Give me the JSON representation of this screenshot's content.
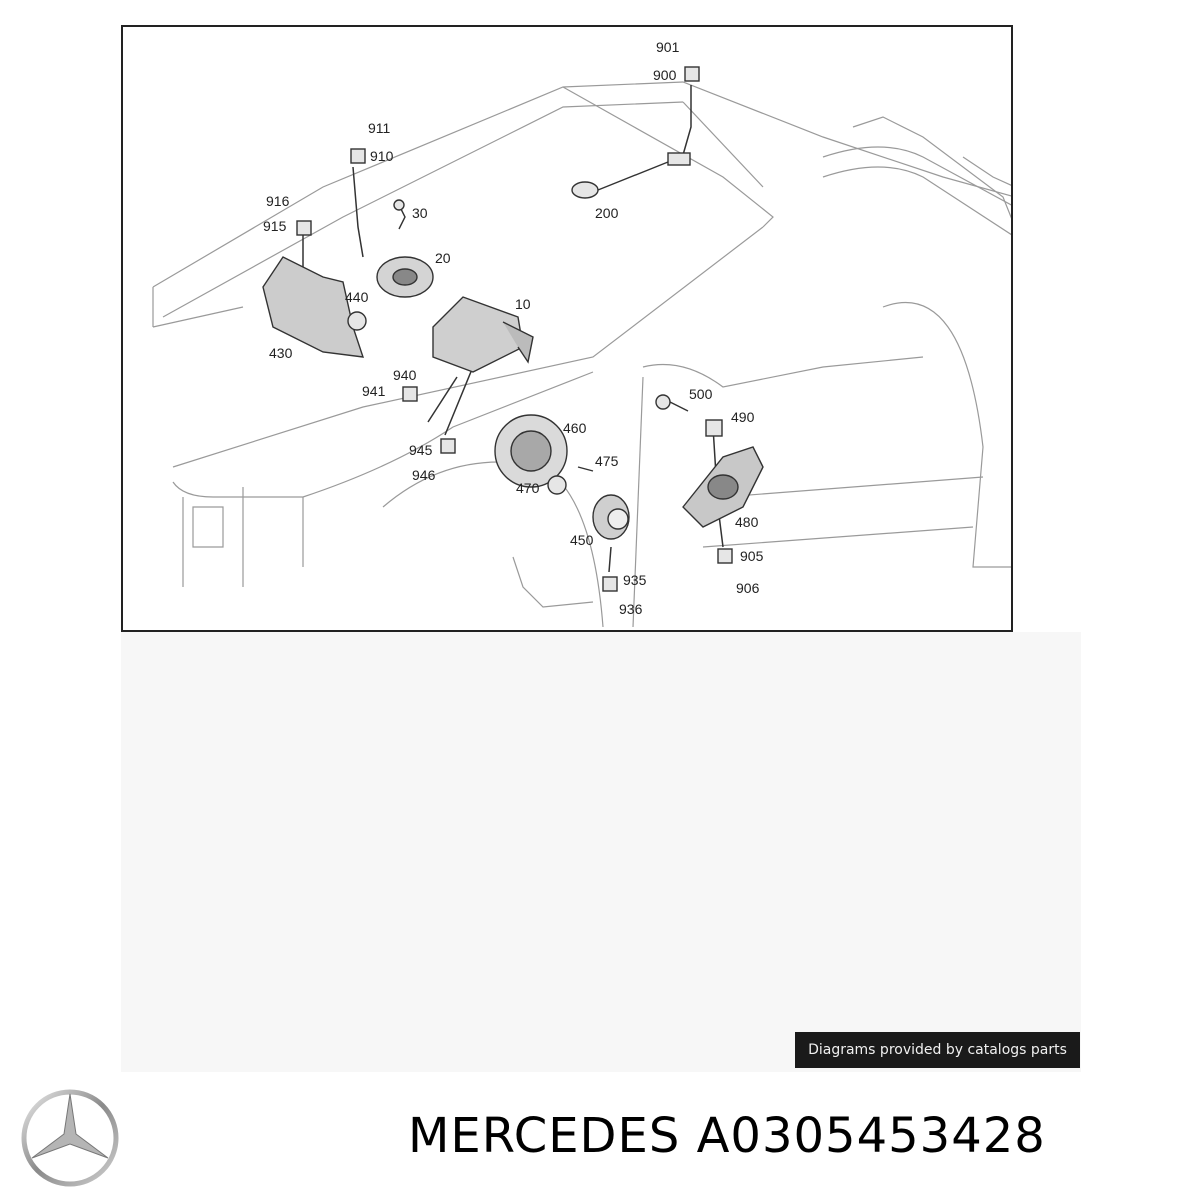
{
  "diagram": {
    "labels": [
      {
        "text": "901"
      },
      {
        "text": "900"
      },
      {
        "text": "911"
      },
      {
        "text": "910"
      },
      {
        "text": "916"
      },
      {
        "text": "915"
      },
      {
        "text": "30"
      },
      {
        "text": "20"
      },
      {
        "text": "200"
      },
      {
        "text": "440"
      },
      {
        "text": "10"
      },
      {
        "text": "430"
      },
      {
        "text": "940"
      },
      {
        "text": "941"
      },
      {
        "text": "500"
      },
      {
        "text": "490"
      },
      {
        "text": "460"
      },
      {
        "text": "945"
      },
      {
        "text": "475"
      },
      {
        "text": "946"
      },
      {
        "text": "470"
      },
      {
        "text": "480"
      },
      {
        "text": "450"
      },
      {
        "text": "905"
      },
      {
        "text": "935"
      },
      {
        "text": "906"
      },
      {
        "text": "936"
      }
    ]
  },
  "credit": "Diagrams provided by catalogs parts",
  "title": {
    "brand": "MERCEDES",
    "part_number": "A0305453428"
  }
}
